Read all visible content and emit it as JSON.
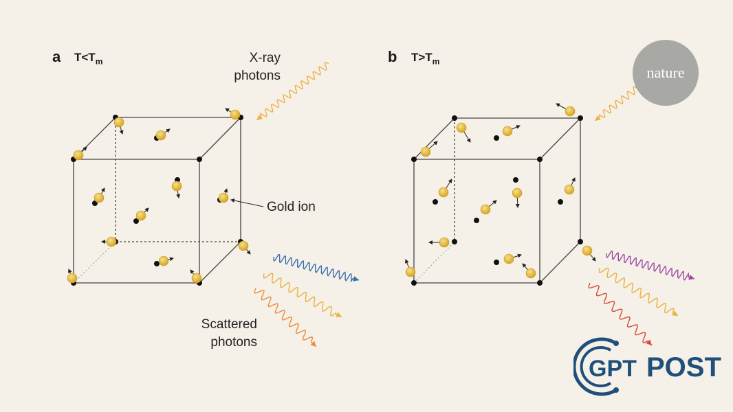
{
  "panel_a": {
    "letter": "a",
    "condition_main": "T<T",
    "condition_sub": "m",
    "xray_label_1": "X-ray",
    "xray_label_2": "photons",
    "gold_ion_label": "Gold ion",
    "scattered_label_1": "Scattered",
    "scattered_label_2": "photons"
  },
  "panel_b": {
    "letter": "b",
    "condition_main": "T>T",
    "condition_sub": "m"
  },
  "watermarks": {
    "nature": "nature",
    "gpt": "GPT",
    "post": "POST"
  },
  "colors": {
    "background": "#f5f1e8",
    "gold": "#e8c24a",
    "incoming_photon": "#f0b04a",
    "scatter_blue": "#3a6fb0",
    "scatter_yellow": "#e9b23e",
    "scatter_orange": "#ef8a3a",
    "scatter_purple": "#9a4aa0",
    "scatter_red": "#d9453a",
    "logo_blue": "#1f4f7a"
  }
}
